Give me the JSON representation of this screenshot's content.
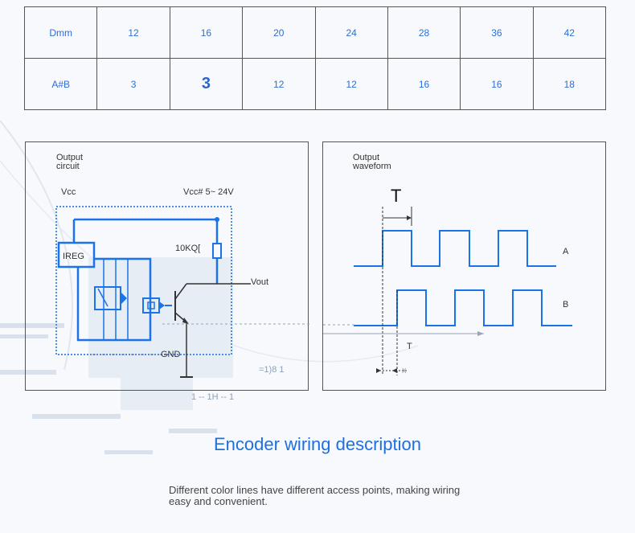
{
  "table": {
    "rows": [
      [
        "Dmm",
        "12",
        "16",
        "20",
        "24",
        "28",
        "36",
        "42"
      ],
      [
        "A#B",
        "3",
        "3",
        "12",
        "12",
        "16",
        "16",
        "18"
      ]
    ]
  },
  "left_panel": {
    "title_line1": "Output",
    "title_line2": "circuit",
    "vcc": "Vcc",
    "vcc_range": "Vcc# 5~ 24V",
    "resistor": "10KQ[",
    "ireg": "IREG",
    "vout": "Vout",
    "gnd": "GND",
    "bottom_mark": "1 -- 1H -- 1"
  },
  "right_panel": {
    "title_line1": "Output",
    "title_line2": "waveform",
    "period_label": "T",
    "phase_label": "T",
    "channel_a": "A",
    "channel_b": "B",
    "offset_label": "=1)8 1",
    "x_mark": "x"
  },
  "title": "Encoder wiring description",
  "subtitle": "Different color lines have different access points, making wiring easy and convenient.",
  "colors": {
    "accent": "#1e6fe0",
    "line": "#1a73e8",
    "border": "#555555"
  }
}
